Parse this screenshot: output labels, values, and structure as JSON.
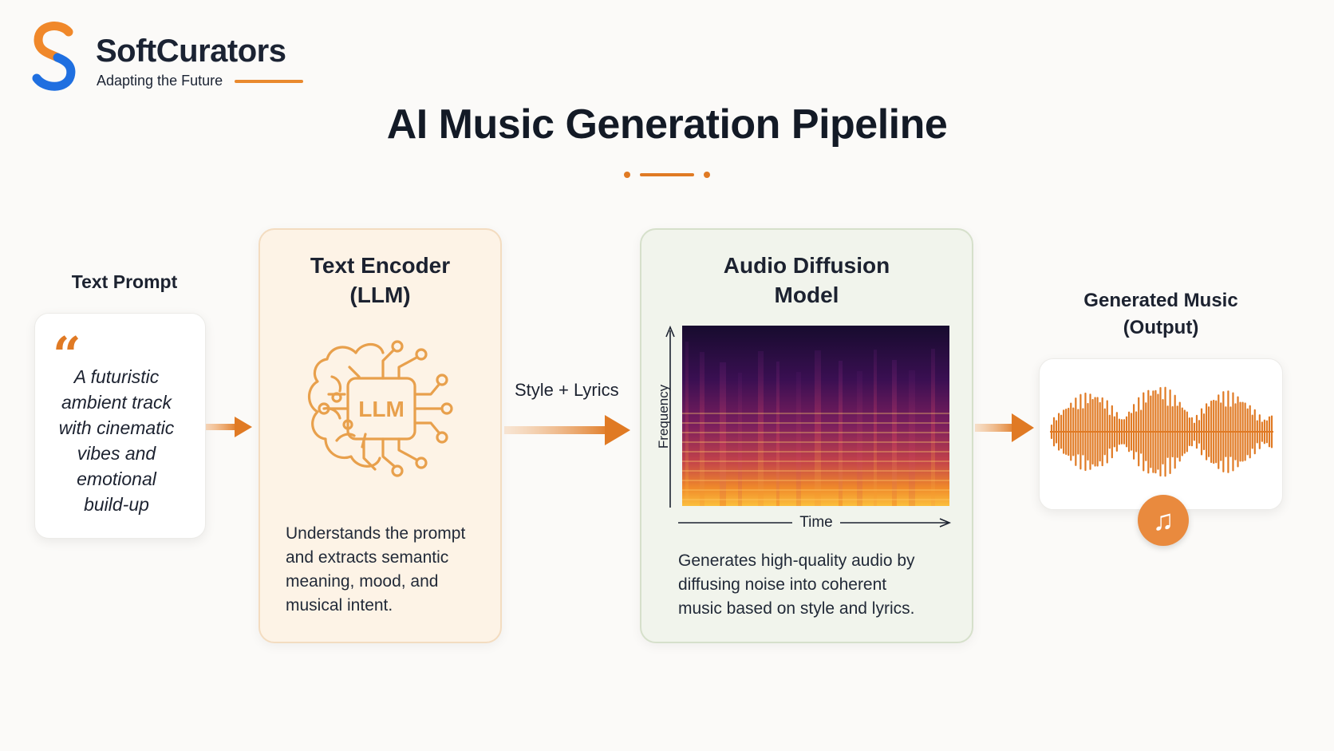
{
  "brand": {
    "name": "SoftCurators",
    "tagline": "Adapting the Future"
  },
  "title": "AI Music Generation Pipeline",
  "prompt": {
    "heading": "Text Prompt",
    "quote_icon": "quote-icon",
    "quote_mark": "“",
    "lines": [
      "A futuristic",
      "ambient track",
      "with cinematic",
      "vibes and",
      "emotional",
      "build-up"
    ]
  },
  "encoder": {
    "title_line1": "Text Encoder",
    "title_line2": "(LLM)",
    "chip_label": "LLM",
    "desc_lines": [
      "Understands the prompt",
      "and extracts semantic",
      "meaning, mood, and",
      "musical intent."
    ]
  },
  "connector": {
    "label": "Style + Lyrics"
  },
  "diffusion": {
    "title_line1": "Audio Diffusion",
    "title_line2": "Model",
    "y_axis_label": "Frequency",
    "x_axis_label": "Time",
    "desc_lines": [
      "Generates high-quality audio by",
      "diffusing noise into coherent",
      "music based on style and lyrics."
    ]
  },
  "output": {
    "heading_line1": "Generated Music",
    "heading_line2": "(Output)",
    "badge_icon": "music-note-icon",
    "badge_glyph": "♫"
  },
  "colors": {
    "accent_orange": "#e07a24",
    "brand_blue": "#1f6fe0",
    "encoder_bg": "#fdf3e6",
    "diffusion_bg": "#f1f4ec"
  }
}
